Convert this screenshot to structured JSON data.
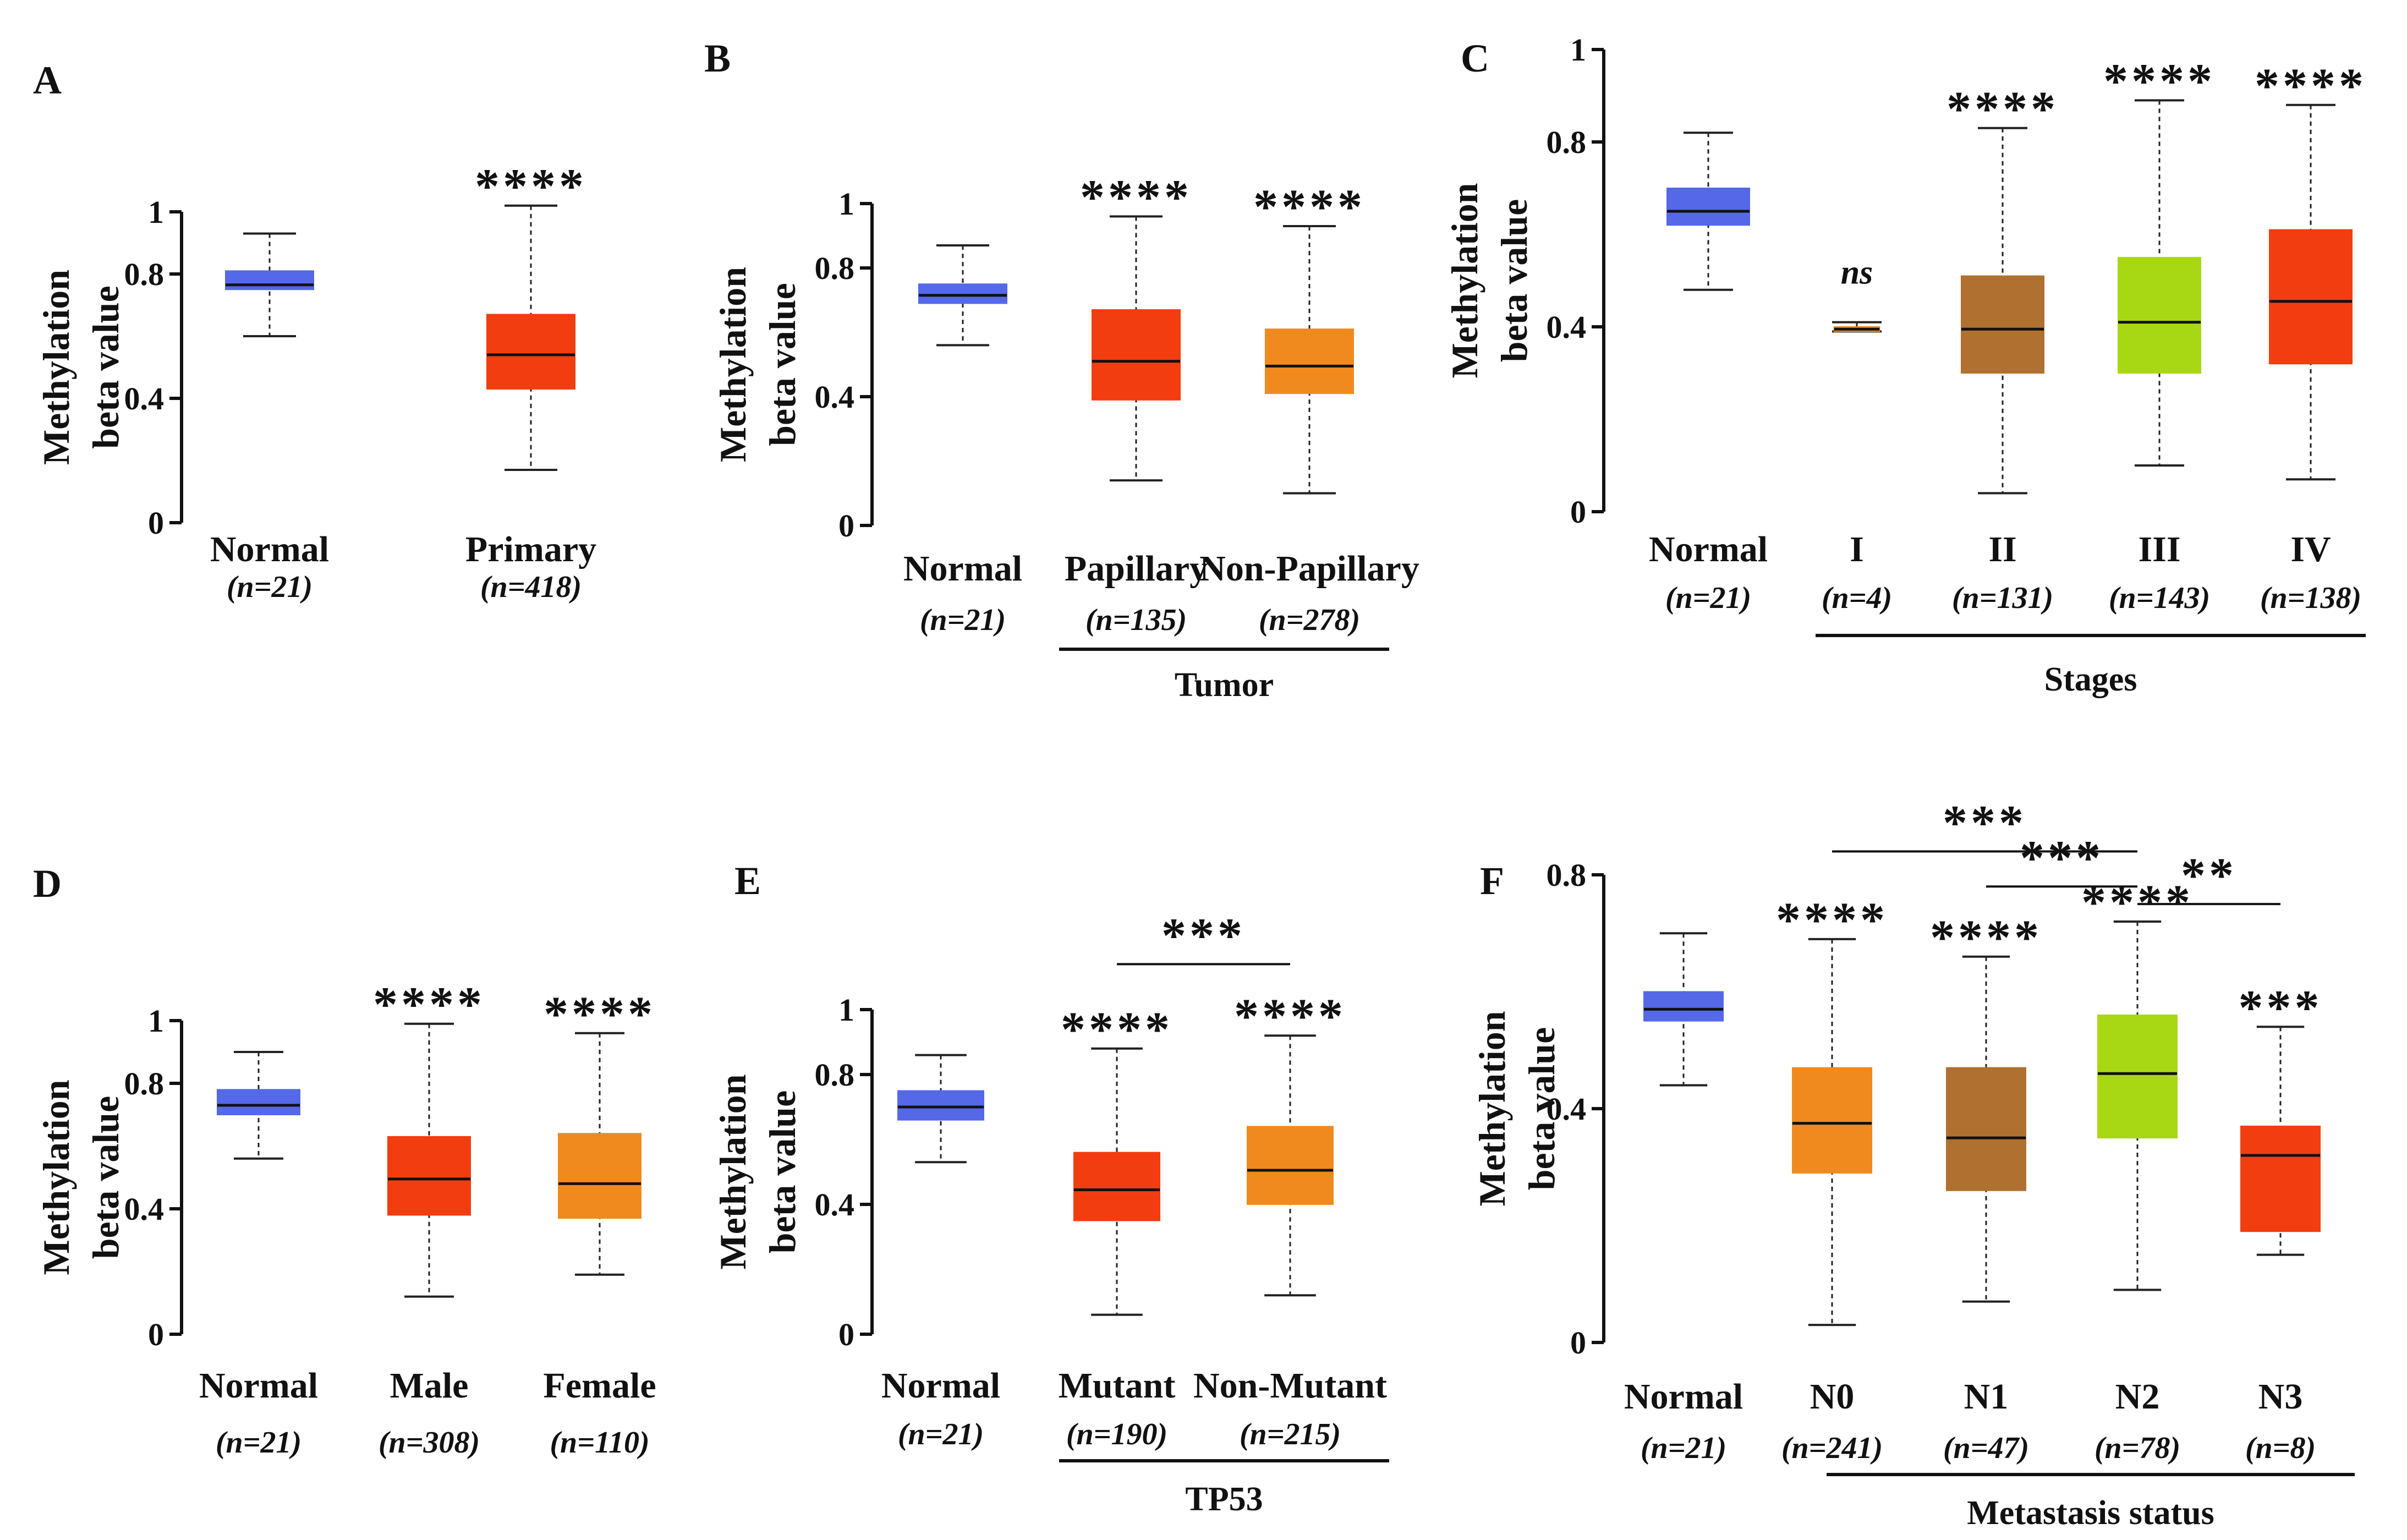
{
  "colors": {
    "normal": "#5468e8",
    "red": "#f23d10",
    "orange": "#f08a1e",
    "brown": "#b07030",
    "lime": "#a8d814"
  },
  "chart_data": [
    {
      "panel": "A",
      "type": "boxplot",
      "ylabel": "Methylation beta value",
      "ylim": [
        0,
        1
      ],
      "yticks": [
        "0",
        "0.4",
        "0.8",
        "1"
      ],
      "categories": [
        {
          "name": "Normal",
          "n": "(n=21)",
          "color": "normal",
          "stats": {
            "min": 0.6,
            "q1": 0.75,
            "median": 0.765,
            "q3": 0.81,
            "max": 0.93
          },
          "sig": ""
        },
        {
          "name": "Primary",
          "n": "(n=418)",
          "color": "red",
          "stats": {
            "min": 0.17,
            "q1": 0.43,
            "median": 0.54,
            "q3": 0.67,
            "max": 1.02
          },
          "sig": "****"
        }
      ],
      "group_label": "",
      "brackets": []
    },
    {
      "panel": "B",
      "type": "boxplot",
      "ylabel": "Methylation beta value",
      "ylim": [
        0,
        1
      ],
      "yticks": [
        "0",
        "0.4",
        "0.8",
        "1"
      ],
      "categories": [
        {
          "name": "Normal",
          "n": "(n=21)",
          "color": "normal",
          "stats": {
            "min": 0.56,
            "q1": 0.69,
            "median": 0.715,
            "q3": 0.75,
            "max": 0.87
          },
          "sig": ""
        },
        {
          "name": "Papillary",
          "n": "(n=135)",
          "color": "red",
          "stats": {
            "min": 0.14,
            "q1": 0.39,
            "median": 0.51,
            "q3": 0.67,
            "max": 0.96
          },
          "sig": "****"
        },
        {
          "name": "Non-Papillary",
          "n": "(n=278)",
          "color": "orange",
          "stats": {
            "min": 0.1,
            "q1": 0.41,
            "median": 0.495,
            "q3": 0.61,
            "max": 0.93
          },
          "sig": "****"
        }
      ],
      "group_label": "Tumor",
      "brackets": []
    },
    {
      "panel": "C",
      "type": "boxplot",
      "ylabel": "Methylation beta value",
      "ylim": [
        0,
        1
      ],
      "yticks": [
        "0",
        "0.4",
        "0.8",
        "1"
      ],
      "categories": [
        {
          "name": "Normal",
          "n": "(n=21)",
          "color": "normal",
          "stats": {
            "min": 0.48,
            "q1": 0.62,
            "median": 0.65,
            "q3": 0.7,
            "max": 0.82
          },
          "sig": ""
        },
        {
          "name": "I",
          "n": "(n=4)",
          "color": "orange",
          "stats": {
            "min": 0.39,
            "q1": 0.39,
            "median": 0.395,
            "q3": 0.4,
            "max": 0.41
          },
          "sig": "ns"
        },
        {
          "name": "II",
          "n": "(n=131)",
          "color": "brown",
          "stats": {
            "min": 0.04,
            "q1": 0.3,
            "median": 0.395,
            "q3": 0.51,
            "max": 0.83
          },
          "sig": "****"
        },
        {
          "name": "III",
          "n": "(n=143)",
          "color": "lime",
          "stats": {
            "min": 0.1,
            "q1": 0.3,
            "median": 0.41,
            "q3": 0.55,
            "max": 0.89
          },
          "sig": "****"
        },
        {
          "name": "IV",
          "n": "(n=138)",
          "color": "red",
          "stats": {
            "min": 0.07,
            "q1": 0.32,
            "median": 0.455,
            "q3": 0.61,
            "max": 0.88
          },
          "sig": "****"
        }
      ],
      "group_label": "Stages",
      "brackets": []
    },
    {
      "panel": "D",
      "type": "boxplot",
      "ylabel": "Methylation beta value",
      "ylim": [
        0,
        1
      ],
      "yticks": [
        "0",
        "0.4",
        "0.8",
        "1"
      ],
      "categories": [
        {
          "name": "Normal",
          "n": "(n=21)",
          "color": "normal",
          "stats": {
            "min": 0.56,
            "q1": 0.7,
            "median": 0.73,
            "q3": 0.78,
            "max": 0.9
          },
          "sig": ""
        },
        {
          "name": "Male",
          "n": "(n=308)",
          "color": "red",
          "stats": {
            "min": 0.12,
            "q1": 0.38,
            "median": 0.495,
            "q3": 0.63,
            "max": 0.99
          },
          "sig": "****"
        },
        {
          "name": "Female",
          "n": "(n=110)",
          "color": "orange",
          "stats": {
            "min": 0.19,
            "q1": 0.37,
            "median": 0.48,
            "q3": 0.64,
            "max": 0.96
          },
          "sig": "****"
        }
      ],
      "group_label": "",
      "brackets": []
    },
    {
      "panel": "E",
      "type": "boxplot",
      "ylabel": "Methylation beta value",
      "ylim": [
        0,
        1
      ],
      "yticks": [
        "0",
        "0.4",
        "0.8",
        "1"
      ],
      "categories": [
        {
          "name": "Normal",
          "n": "(n=21)",
          "color": "normal",
          "stats": {
            "min": 0.53,
            "q1": 0.66,
            "median": 0.7,
            "q3": 0.75,
            "max": 0.86
          },
          "sig": ""
        },
        {
          "name": "Mutant",
          "n": "(n=190)",
          "color": "red",
          "stats": {
            "min": 0.06,
            "q1": 0.35,
            "median": 0.445,
            "q3": 0.56,
            "max": 0.88
          },
          "sig": "****"
        },
        {
          "name": "Non-Mutant",
          "n": "(n=215)",
          "color": "orange",
          "stats": {
            "min": 0.12,
            "q1": 0.4,
            "median": 0.505,
            "q3": 0.64,
            "max": 0.92
          },
          "sig": "****"
        }
      ],
      "group_label": "TP53",
      "brackets": [
        {
          "from": 1,
          "to": 2,
          "at": 1.14,
          "sig": "***"
        }
      ]
    },
    {
      "panel": "F",
      "type": "boxplot",
      "ylabel": "Methylation beta value",
      "ylim": [
        0,
        0.8
      ],
      "yticks": [
        "0",
        "0.4",
        "0.8"
      ],
      "categories": [
        {
          "name": "Normal",
          "n": "(n=21)",
          "color": "normal",
          "stats": {
            "min": 0.44,
            "q1": 0.55,
            "median": 0.57,
            "q3": 0.6,
            "max": 0.7
          },
          "sig": ""
        },
        {
          "name": "N0",
          "n": "(n=241)",
          "color": "orange",
          "stats": {
            "min": 0.03,
            "q1": 0.29,
            "median": 0.375,
            "q3": 0.47,
            "max": 0.69
          },
          "sig": "****"
        },
        {
          "name": "N1",
          "n": "(n=47)",
          "color": "brown",
          "stats": {
            "min": 0.07,
            "q1": 0.26,
            "median": 0.35,
            "q3": 0.47,
            "max": 0.66
          },
          "sig": "****"
        },
        {
          "name": "N2",
          "n": "(n=78)",
          "color": "lime",
          "stats": {
            "min": 0.09,
            "q1": 0.35,
            "median": 0.46,
            "q3": 0.56,
            "max": 0.72
          },
          "sig": "****"
        },
        {
          "name": "N3",
          "n": "(n=8)",
          "color": "red",
          "stats": {
            "min": 0.15,
            "q1": 0.19,
            "median": 0.32,
            "q3": 0.37,
            "max": 0.54
          },
          "sig": "***"
        }
      ],
      "group_label": "Metastasis status",
      "brackets": [
        {
          "from": 1,
          "to": 3,
          "at": 0.84,
          "sig": "***"
        },
        {
          "from": 2,
          "to": 3,
          "at": 0.78,
          "sig": "***"
        },
        {
          "from": 3,
          "to": 4,
          "at": 0.75,
          "sig": "**"
        }
      ]
    }
  ]
}
